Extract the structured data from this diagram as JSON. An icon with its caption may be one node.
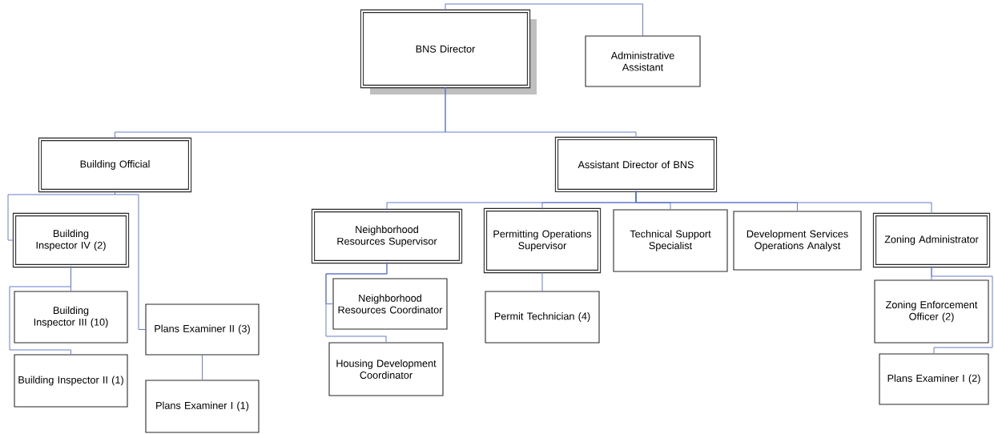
{
  "diagram": {
    "nodes": [
      {
        "text": [
          "BNS Director"
        ]
      },
      {
        "text": [
          "Administrative Assistant"
        ]
      },
      {
        "text": [
          "Building Official"
        ]
      },
      {
        "text": [
          "Assistant Director of BNS"
        ]
      },
      {
        "text": [
          "Building Inspector IV (2)"
        ]
      },
      {
        "text": [
          "Building Inspector III (10)"
        ]
      },
      {
        "text": [
          "Building Inspector II (1)"
        ]
      },
      {
        "text": [
          "Plans Examiner II (3)"
        ]
      },
      {
        "text": [
          "Plans Examiner I (1)"
        ]
      },
      {
        "text": [
          "Neighborhood Resources Supervisor"
        ]
      },
      {
        "text": [
          "Neighborhood Resources Coordinator"
        ]
      },
      {
        "text": [
          "Housing Development Coordinator"
        ]
      },
      {
        "text": [
          "Permitting Operations Supervisor"
        ]
      },
      {
        "text": [
          "Permit Technician (4)"
        ]
      },
      {
        "text": [
          "Technical Support Specialist"
        ]
      },
      {
        "text": [
          "Development Services Operations Analyst"
        ]
      },
      {
        "text": [
          "Zoning Administrator"
        ]
      },
      {
        "text": [
          "Zoning Enforcement Officer (2)"
        ]
      },
      {
        "text": [
          "Plans Examiner I (2)"
        ]
      }
    ],
    "edges": [
      {
        "from": 0,
        "to": 1,
        "arrow": "none"
      },
      {
        "from": 0,
        "to": 2,
        "arrow": "none"
      },
      {
        "from": 0,
        "to": 3,
        "arrow": "none"
      },
      {
        "from": 2,
        "to": 4,
        "arrow": "none"
      },
      {
        "from": 2,
        "to": 7,
        "arrow": "none"
      },
      {
        "from": 4,
        "to": 5,
        "arrow": "none"
      },
      {
        "from": 4,
        "to": 6,
        "arrow": "none"
      },
      {
        "from": 7,
        "to": 8,
        "arrow": "none"
      },
      {
        "from": 3,
        "to": 9,
        "arrow": "none"
      },
      {
        "from": 3,
        "to": 12,
        "arrow": "none"
      },
      {
        "from": 3,
        "to": 14,
        "arrow": "none"
      },
      {
        "from": 3,
        "to": 15,
        "arrow": "none"
      },
      {
        "from": 3,
        "to": 16,
        "arrow": "none"
      },
      {
        "from": 9,
        "to": 10,
        "arrow": "none"
      },
      {
        "from": 9,
        "to": 11,
        "arrow": "none"
      },
      {
        "from": 12,
        "to": 13,
        "arrow": "none"
      },
      {
        "from": 16,
        "to": 17,
        "arrow": "none"
      },
      {
        "from": 16,
        "to": 18,
        "arrow": "none"
      }
    ]
  }
}
